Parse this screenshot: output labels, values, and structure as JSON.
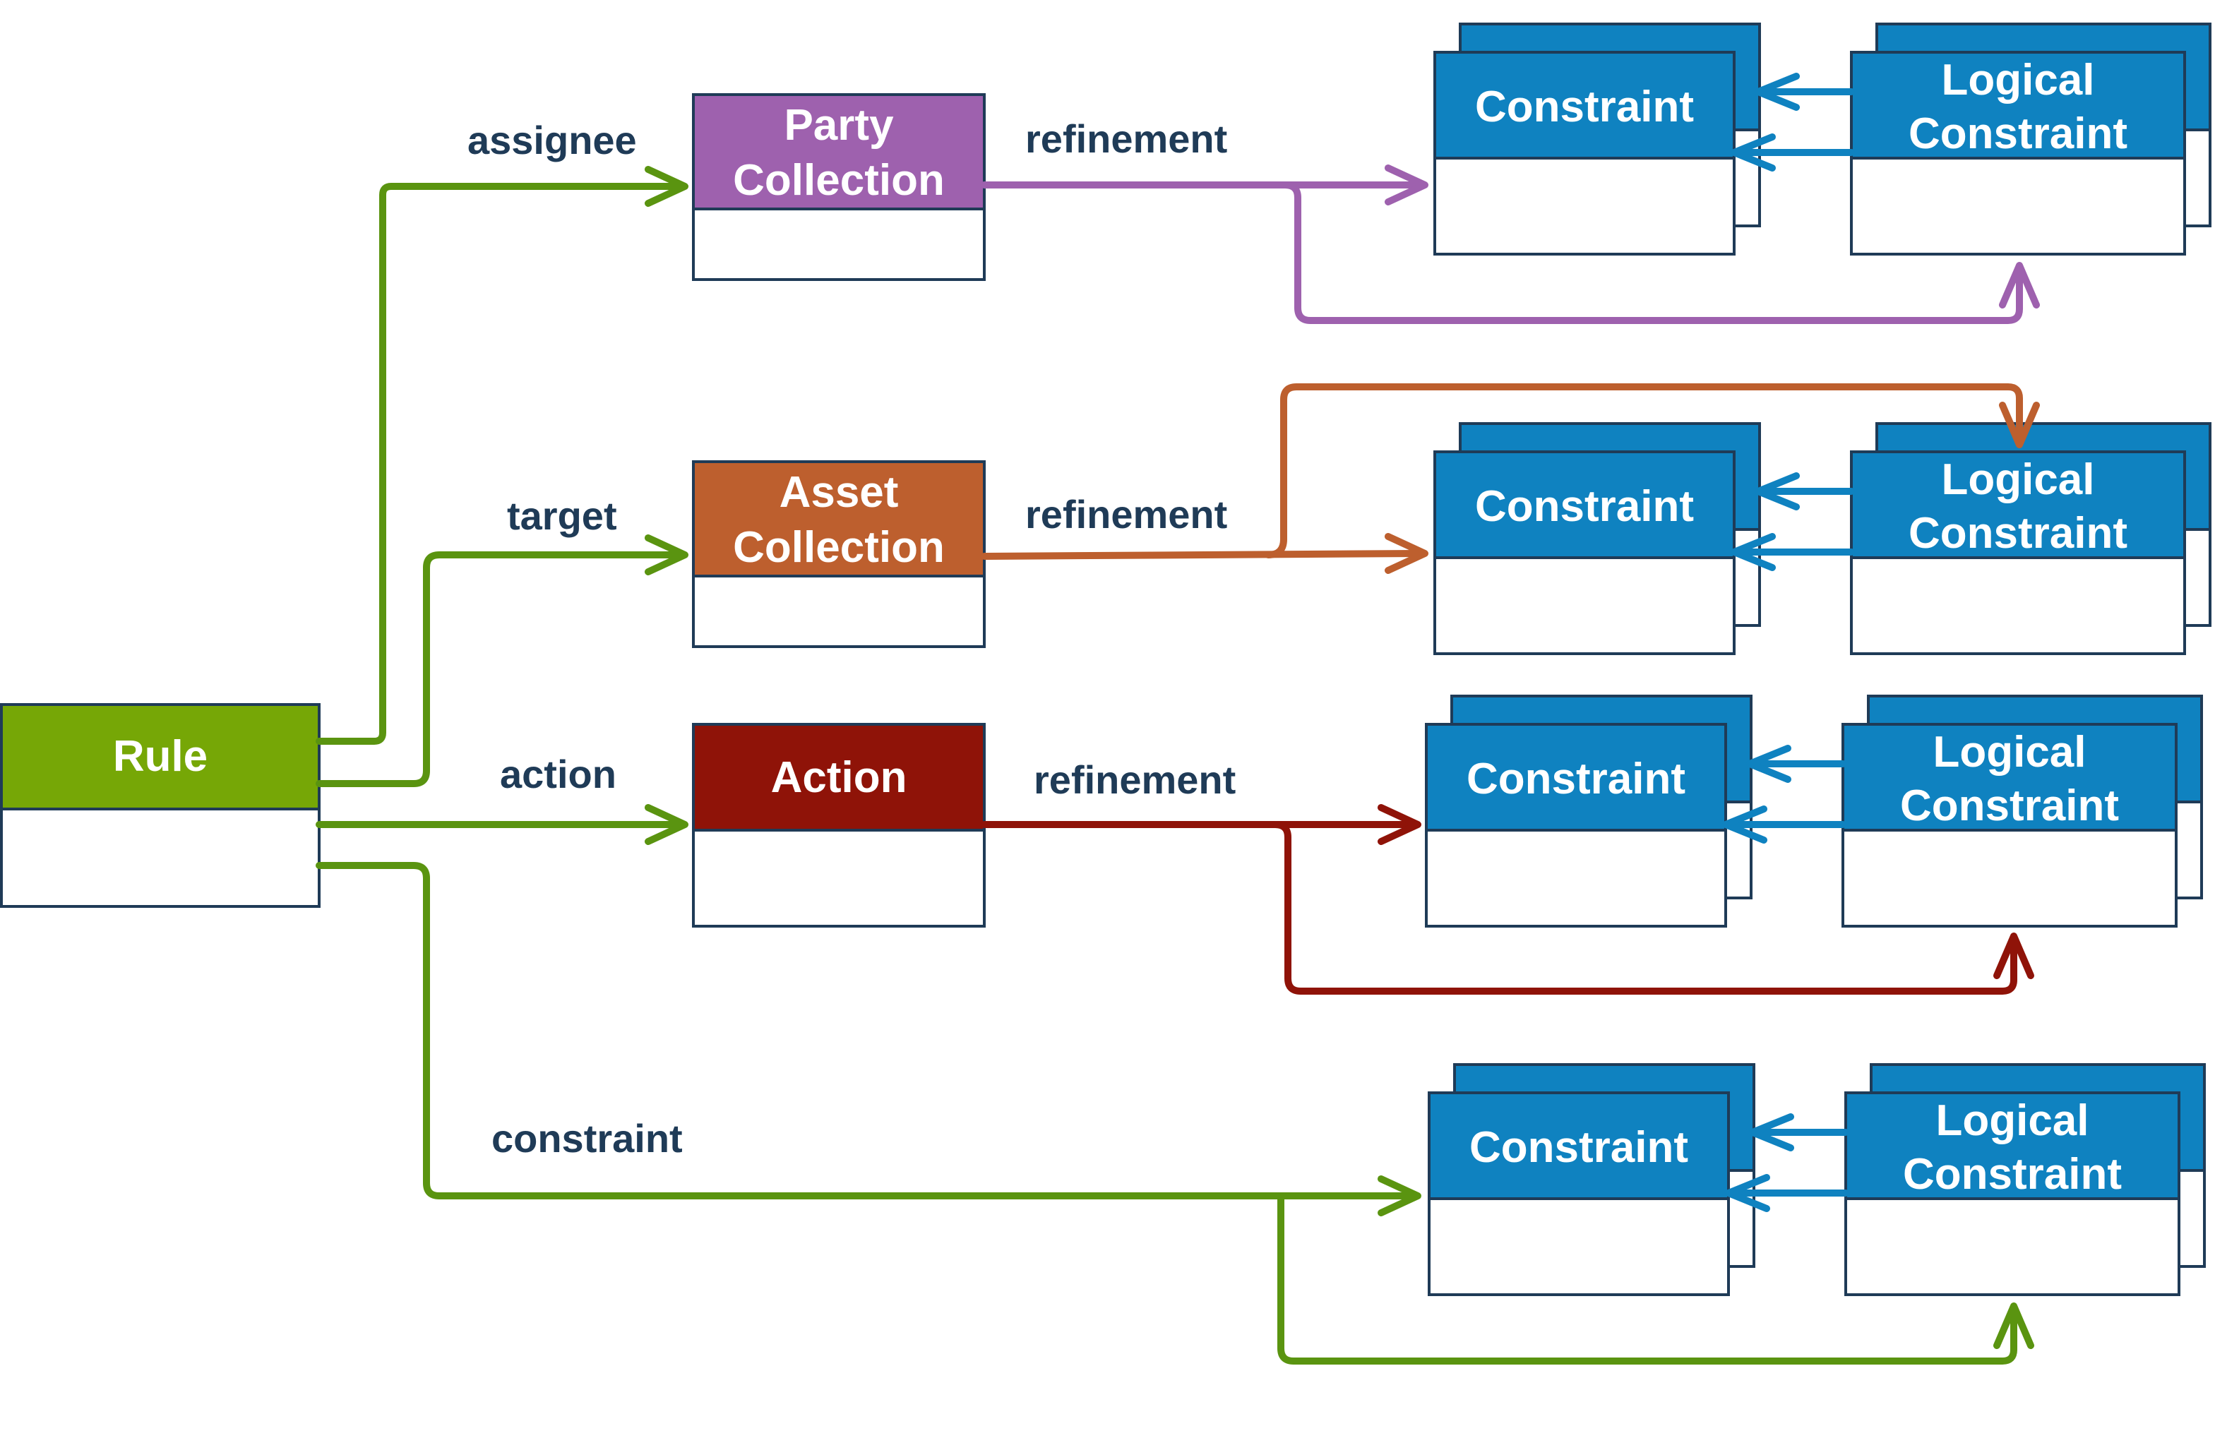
{
  "colors": {
    "rule": "#76a706",
    "party": "#9e61ae",
    "asset": "#bd5f2e",
    "action": "#8f1308",
    "constraint": "#0f82c0",
    "label_text": "#1f3b57",
    "outline": "#1f3b57"
  },
  "rule": {
    "title": "Rule"
  },
  "party_collection": {
    "title_line1": "Party",
    "title_line2": "Collection"
  },
  "asset_collection": {
    "title_line1": "Asset",
    "title_line2": "Collection"
  },
  "action": {
    "title": "Action"
  },
  "edges": {
    "assignee": "assignee",
    "target": "target",
    "action": "action",
    "constraint": "constraint",
    "refinement": "refinement"
  },
  "constraint_groups": [
    {
      "constraint": "Constraint",
      "logical_line1": "Logical",
      "logical_line2": "Constraint"
    },
    {
      "constraint": "Constraint",
      "logical_line1": "Logical",
      "logical_line2": "Constraint"
    },
    {
      "constraint": "Constraint",
      "logical_line1": "Logical",
      "logical_line2": "Constraint"
    },
    {
      "constraint": "Constraint",
      "logical_line1": "Logical",
      "logical_line2": "Constraint"
    }
  ]
}
